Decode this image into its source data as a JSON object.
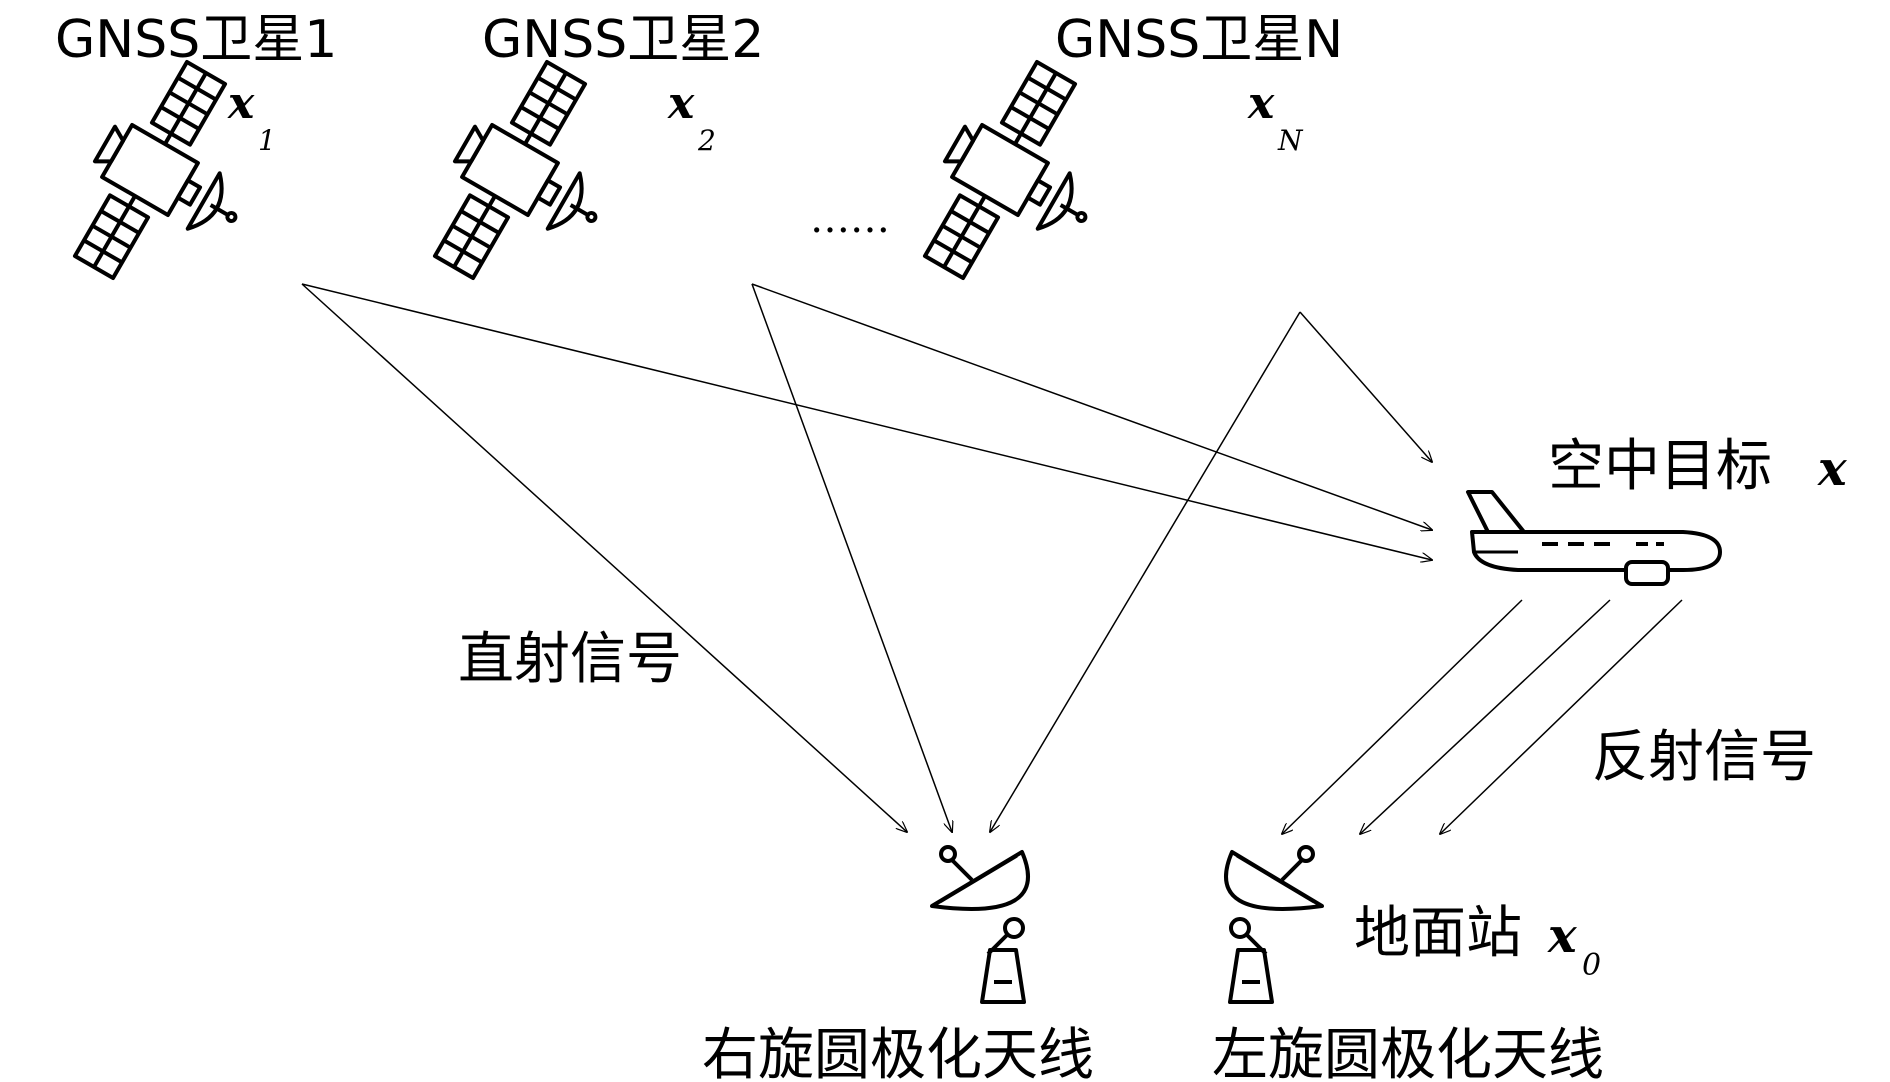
{
  "satellites": [
    {
      "label": "GNSS卫星1",
      "var_main": "x",
      "var_sub": "1"
    },
    {
      "label": "GNSS卫星2",
      "var_main": "x",
      "var_sub": "2"
    },
    {
      "label": "GNSS卫星N",
      "var_main": "x",
      "var_sub": "N"
    }
  ],
  "ellipsis": "……",
  "target": {
    "label": "空中目标",
    "var": "x"
  },
  "direct_signal": "直射信号",
  "reflected_signal": "反射信号",
  "ground_station": {
    "label": "地面站",
    "var_main": "x",
    "var_sub": "0"
  },
  "rhcp_antenna": "右旋圆极化天线",
  "lhcp_antenna": "左旋圆极化天线"
}
